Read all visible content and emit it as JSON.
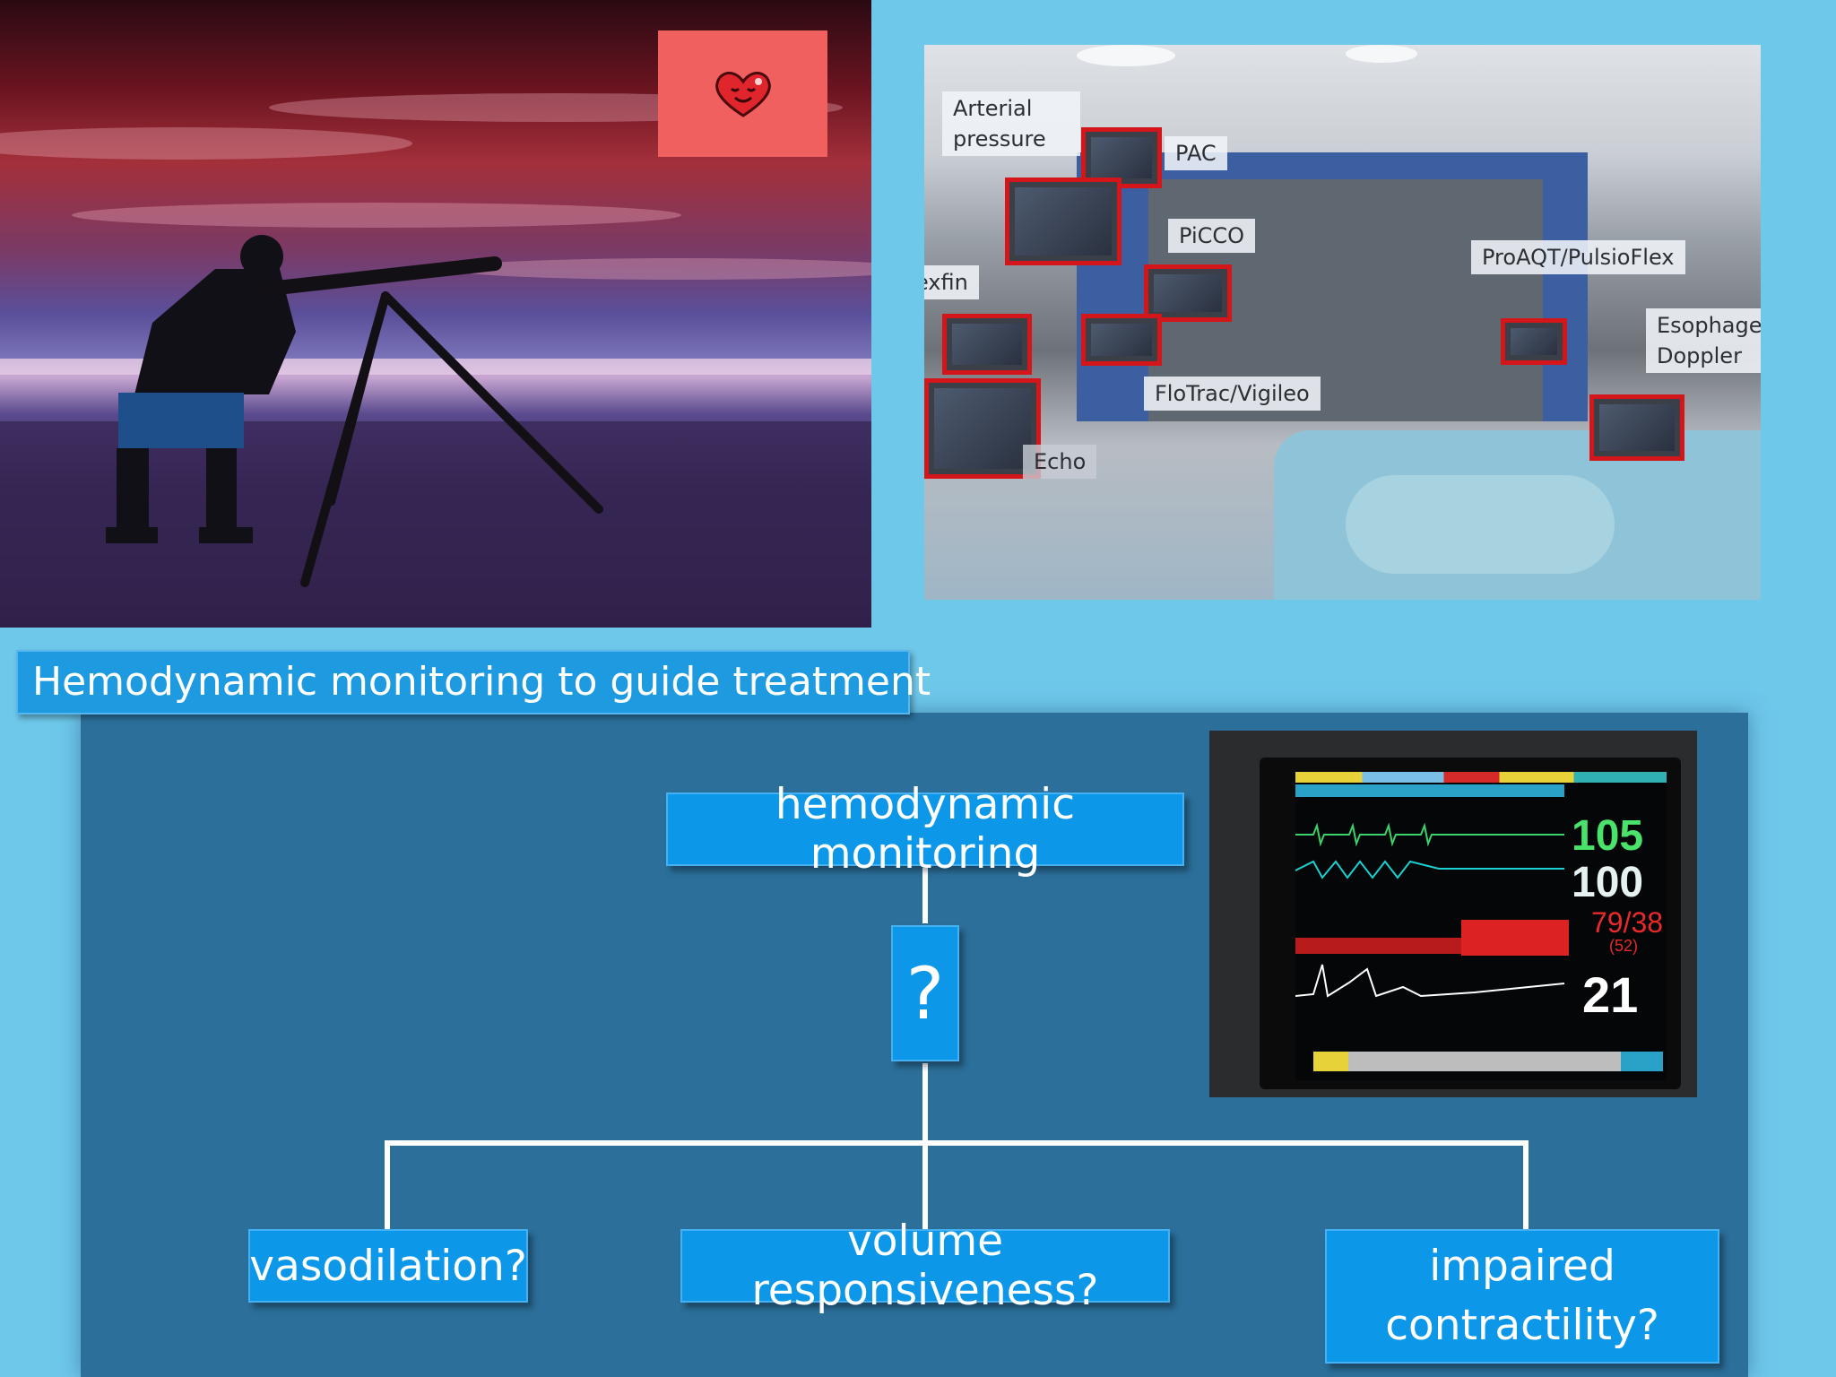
{
  "title": "Hemodynamic monitoring to guide treatment",
  "icu_labels": {
    "arterial": "Arterial\npressure",
    "pac": "PAC",
    "picco": "PiCCO",
    "proaqt": "ProAQT/PulsioFlex",
    "nexfin": "Nexfin",
    "esophageal": "Esophageal\nDoppler",
    "flotrac": "FloTrac/Vigileo",
    "echo": "Echo"
  },
  "flowchart": {
    "root": "hemodynamic monitoring",
    "question": "?",
    "branches": {
      "left": "vasodilation?",
      "center": "volume responsiveness?",
      "right": "impaired\ncontractility?"
    }
  },
  "monitor": {
    "hr": "105",
    "spo2": "100",
    "bp": "79/38",
    "map": "(52)",
    "rr": "21"
  },
  "colors": {
    "background": "#6ec8ea",
    "panel": "#2b6f9a",
    "box": "#0c97e8",
    "highlight": "#d4161b"
  },
  "icons": {
    "heart": "heart-icon"
  }
}
